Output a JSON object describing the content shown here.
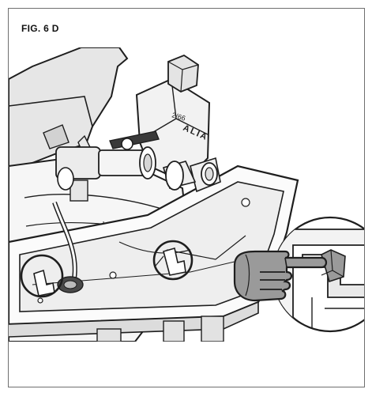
{
  "figure": {
    "label": "FIG. 6 D",
    "valve_lettering": "ALIA",
    "small_valve_text": "2/66"
  },
  "colors": {
    "line": "#1e1e1e",
    "light_gray": "#ededed",
    "mid_gray": "#d2d2d2",
    "hand_fill": "#9a9a9a",
    "frame": "#6f6f6f"
  },
  "icons": {
    "callout_hand": "pointing-hand-icon",
    "highlight_circles": "circle-marker"
  }
}
